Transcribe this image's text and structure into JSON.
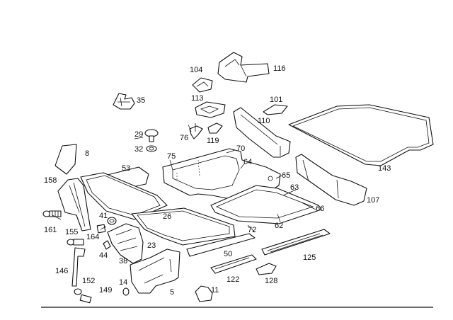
{
  "labels": {
    "p104": "104",
    "p116": "116",
    "p35": "35",
    "p113": "113",
    "p101": "101",
    "p110": "110",
    "p29": "29",
    "p76": "76",
    "p119": "119",
    "p32": "32",
    "p8": "8",
    "p75": "75",
    "p70": "70",
    "p143": "143",
    "p53": "53",
    "p64": "64",
    "p65": "65",
    "p158": "158",
    "p63": "63",
    "p107": "107",
    "p66": "66",
    "p41": "41",
    "p26": "26",
    "p72": "72",
    "p62": "62",
    "p161": "161",
    "p155": "155",
    "p164": "164",
    "p23": "23",
    "p44": "44",
    "p38": "38",
    "p50": "50",
    "p125": "125",
    "p146": "146",
    "p122": "122",
    "p128": "128",
    "p152": "152",
    "p14": "14",
    "p149": "149",
    "p5": "5",
    "p11": "11"
  }
}
